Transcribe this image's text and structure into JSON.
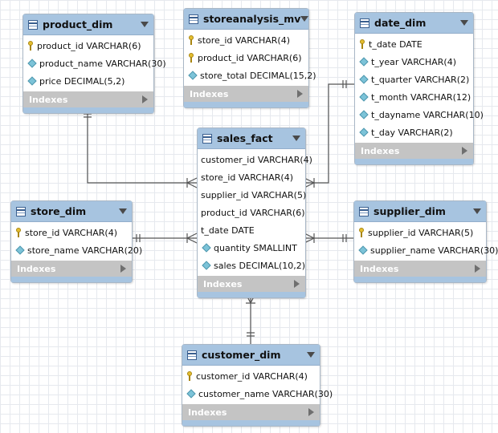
{
  "tables": {
    "product_dim": {
      "name": "product_dim",
      "columns": [
        {
          "text": "product_id VARCHAR(6)",
          "icon": "primary-key-icon"
        },
        {
          "text": "product_name VARCHAR(30)",
          "icon": "column-diamond-icon"
        },
        {
          "text": "price DECIMAL(5,2)",
          "icon": "column-diamond-icon"
        }
      ],
      "indexes_label": "Indexes"
    },
    "storeanalysis_mv": {
      "name": "storeanalysis_mv",
      "columns": [
        {
          "text": "store_id VARCHAR(4)",
          "icon": "primary-key-icon"
        },
        {
          "text": "product_id VARCHAR(6)",
          "icon": "primary-key-icon"
        },
        {
          "text": "store_total DECIMAL(15,2)",
          "icon": "column-diamond-icon"
        }
      ],
      "indexes_label": "Indexes"
    },
    "date_dim": {
      "name": "date_dim",
      "columns": [
        {
          "text": "t_date DATE",
          "icon": "primary-key-icon"
        },
        {
          "text": "t_year VARCHAR(4)",
          "icon": "column-diamond-icon"
        },
        {
          "text": "t_quarter VARCHAR(2)",
          "icon": "column-diamond-icon"
        },
        {
          "text": "t_month VARCHAR(12)",
          "icon": "column-diamond-icon"
        },
        {
          "text": "t_dayname VARCHAR(10)",
          "icon": "column-diamond-icon"
        },
        {
          "text": "t_day VARCHAR(2)",
          "icon": "column-diamond-icon"
        }
      ],
      "indexes_label": "Indexes"
    },
    "sales_fact": {
      "name": "sales_fact",
      "columns": [
        {
          "text": "customer_id VARCHAR(4)",
          "icon": "none"
        },
        {
          "text": "store_id VARCHAR(4)",
          "icon": "none"
        },
        {
          "text": "supplier_id VARCHAR(5)",
          "icon": "none"
        },
        {
          "text": "product_id VARCHAR(6)",
          "icon": "none"
        },
        {
          "text": "t_date DATE",
          "icon": "none"
        },
        {
          "text": "quantity SMALLINT",
          "icon": "column-diamond-icon"
        },
        {
          "text": "sales DECIMAL(10,2)",
          "icon": "column-diamond-icon"
        }
      ],
      "indexes_label": "Indexes"
    },
    "store_dim": {
      "name": "store_dim",
      "columns": [
        {
          "text": "store_id VARCHAR(4)",
          "icon": "primary-key-icon"
        },
        {
          "text": "store_name VARCHAR(20)",
          "icon": "column-diamond-icon"
        }
      ],
      "indexes_label": "Indexes"
    },
    "supplier_dim": {
      "name": "supplier_dim",
      "columns": [
        {
          "text": "supplier_id VARCHAR(5)",
          "icon": "primary-key-icon"
        },
        {
          "text": "supplier_name VARCHAR(30)",
          "icon": "column-diamond-icon"
        }
      ],
      "indexes_label": "Indexes"
    },
    "customer_dim": {
      "name": "customer_dim",
      "columns": [
        {
          "text": "customer_id VARCHAR(4)",
          "icon": "primary-key-icon"
        },
        {
          "text": "customer_name VARCHAR(30)",
          "icon": "column-diamond-icon"
        }
      ],
      "indexes_label": "Indexes"
    }
  },
  "relationships": [
    {
      "from": "product_dim",
      "to": "sales_fact",
      "cardinality": "one-to-many"
    },
    {
      "from": "date_dim",
      "to": "sales_fact",
      "cardinality": "one-to-many"
    },
    {
      "from": "store_dim",
      "to": "sales_fact",
      "cardinality": "one-to-many"
    },
    {
      "from": "supplier_dim",
      "to": "sales_fact",
      "cardinality": "one-to-many"
    },
    {
      "from": "customer_dim",
      "to": "sales_fact",
      "cardinality": "one-to-many"
    }
  ],
  "colors": {
    "header": "#a7c4e0",
    "indexes_bar": "#c4c4c4",
    "connector": "#555555",
    "key": "#e4be30",
    "column_diamond": "#7cc3d8"
  }
}
